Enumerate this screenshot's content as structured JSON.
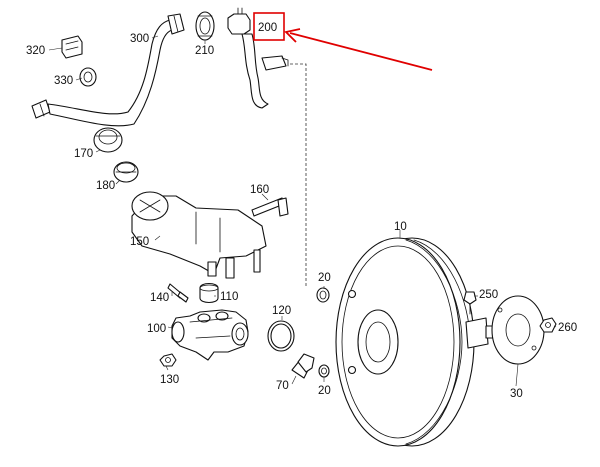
{
  "callouts": {
    "p10": "10",
    "p20a": "20",
    "p20b": "20",
    "p30": "30",
    "p70": "70",
    "p100": "100",
    "p110": "110",
    "p120": "120",
    "p130": "130",
    "p140": "140",
    "p150": "150",
    "p160": "160",
    "p170": "170",
    "p180": "180",
    "p200": "200",
    "p210": "210",
    "p250": "250",
    "p260": "260",
    "p300": "300",
    "p320": "320",
    "p330": "330"
  },
  "highlight": {
    "part": "200",
    "color": "#e00000"
  }
}
